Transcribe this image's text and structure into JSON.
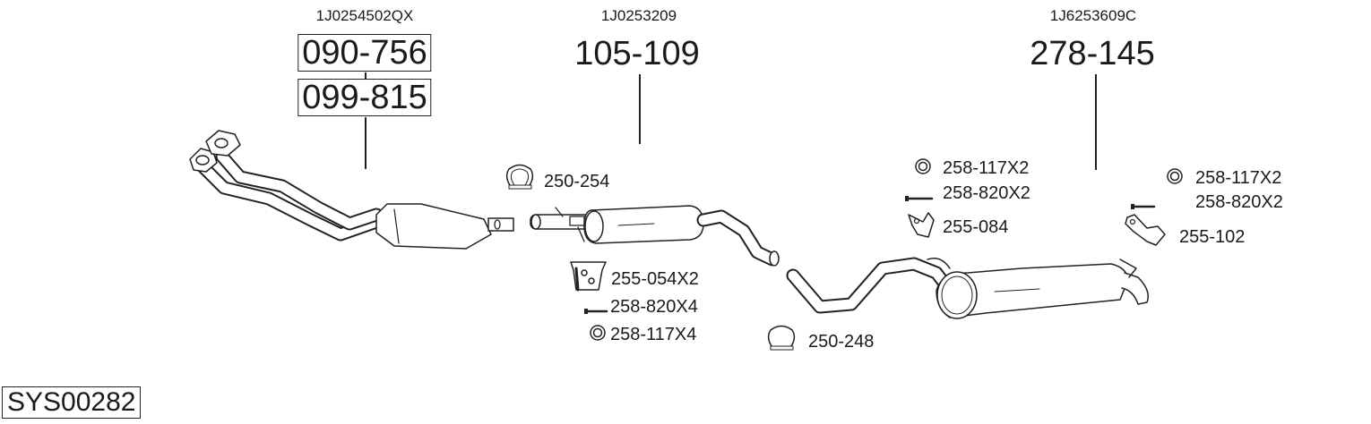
{
  "system_id": "SYS00282",
  "groups": [
    {
      "oe_number": "1J0254502QX",
      "part_numbers": [
        "090-756",
        "099-815"
      ]
    },
    {
      "oe_number": "1J0253209",
      "part_numbers": [
        "105-109"
      ]
    },
    {
      "oe_number": "1J6253609C",
      "part_numbers": [
        "278-145"
      ]
    }
  ],
  "accessories": [
    {
      "label": "250-254",
      "icon": "clamp-icon"
    },
    {
      "label": "255-054X2",
      "icon": "rubber-mount-icon"
    },
    {
      "label": "258-820X4",
      "icon": "bolt-icon"
    },
    {
      "label": "258-117X4",
      "icon": "ring-icon"
    },
    {
      "label": "250-248",
      "icon": "clamp-icon"
    },
    {
      "label": "258-117X2",
      "icon": "ring-icon"
    },
    {
      "label": "258-820X2",
      "icon": "bolt-icon"
    },
    {
      "label": "255-084",
      "icon": "rubber-mount-icon"
    },
    {
      "label": "258-117X2",
      "icon": "ring-icon"
    },
    {
      "label": "258-820X2",
      "icon": "bolt-icon"
    },
    {
      "label": "255-102",
      "icon": "bracket-icon"
    }
  ]
}
